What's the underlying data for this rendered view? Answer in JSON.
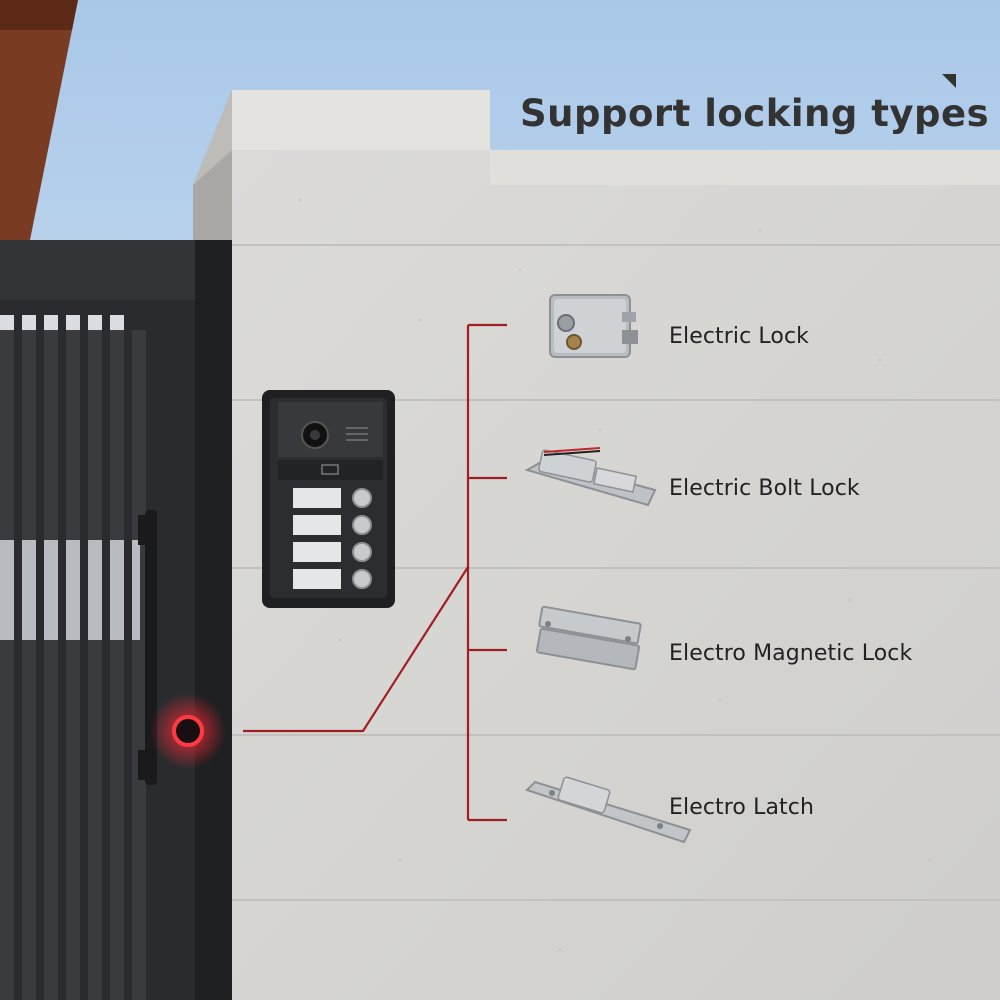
{
  "title": "Support locking types",
  "lock_types": [
    {
      "label": "Electric Lock",
      "icon": "electric-lock-image"
    },
    {
      "label": "Electric Bolt Lock",
      "icon": "electric-bolt-lock-image"
    },
    {
      "label": "Electro Magnetic Lock",
      "icon": "electro-magnetic-lock-image"
    },
    {
      "label": "Electro Latch",
      "icon": "electro-latch-image"
    }
  ],
  "colors": {
    "sky": "#cfe0f0",
    "wall": "#d6d5d2",
    "gate": "#2a2b2e",
    "wire": "#a01f25",
    "title_text": "#333333"
  }
}
